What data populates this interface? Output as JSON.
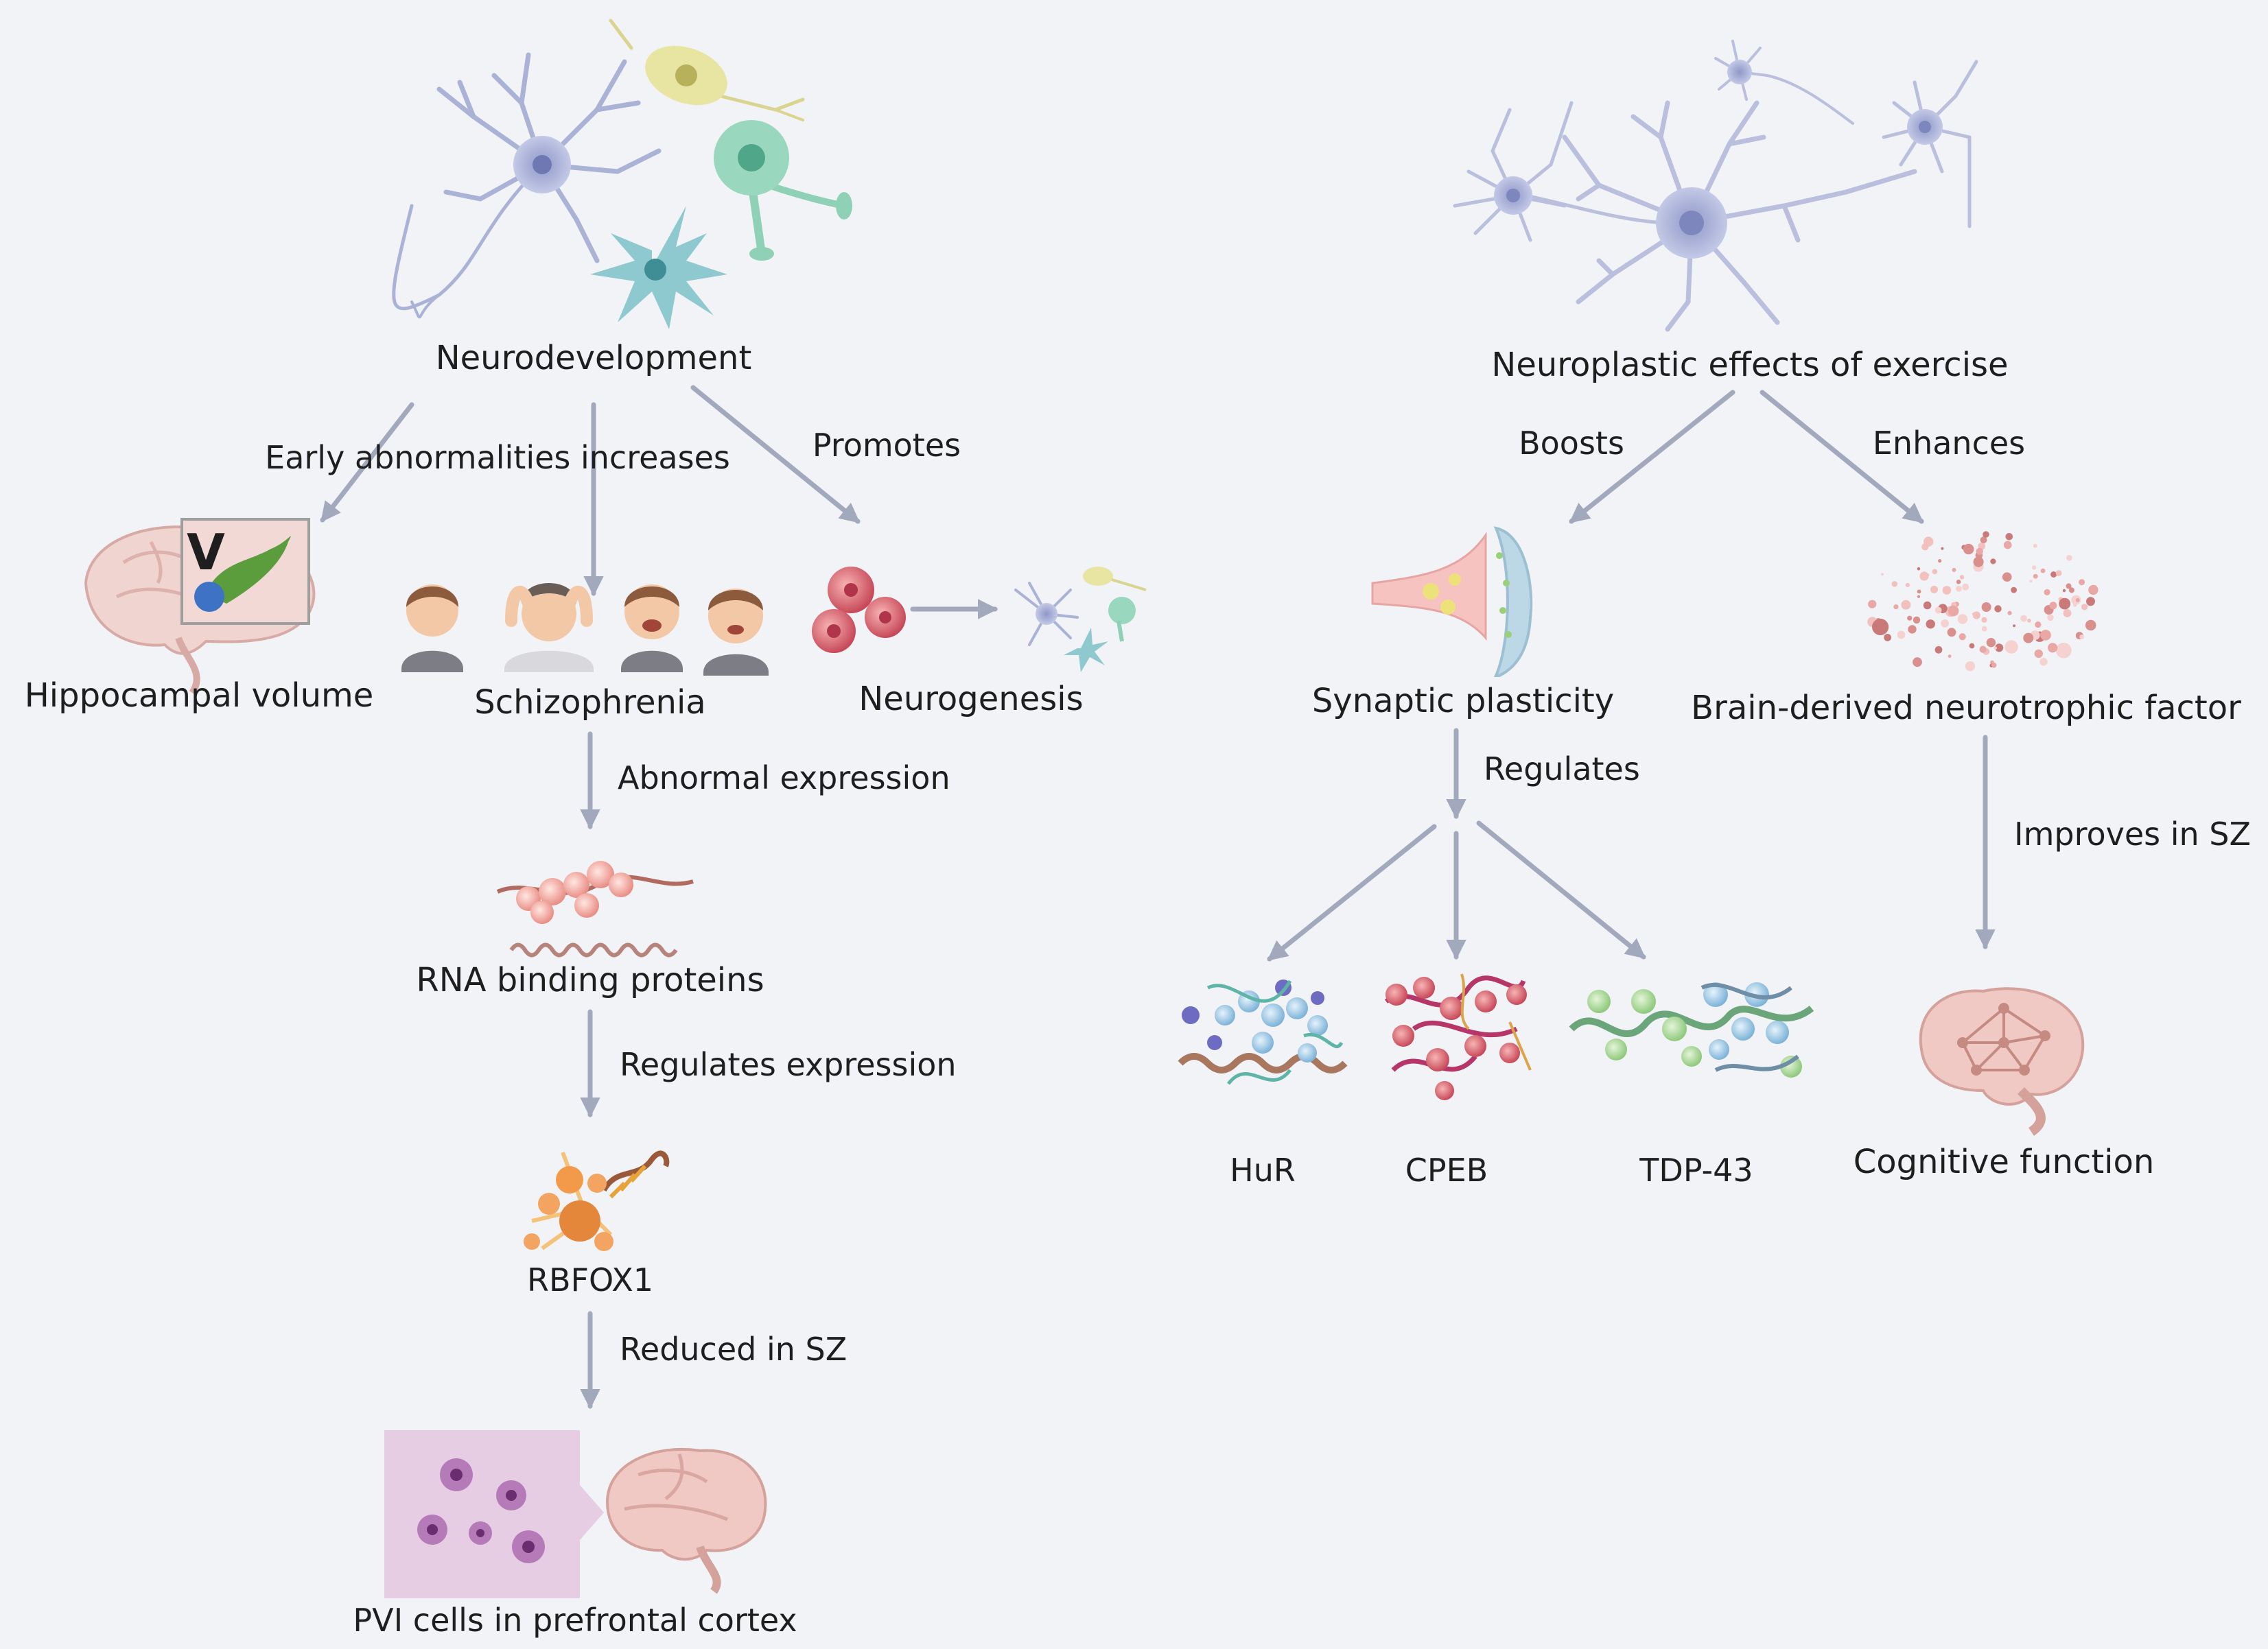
{
  "labels": {
    "neurodevelopment": "Neurodevelopment",
    "early_abnormalities": "Early abnormalities increases",
    "promotes": "Promotes",
    "hippocampal_volume": "Hippocampal volume",
    "schizophrenia": "Schizophrenia",
    "neurogenesis": "Neurogenesis",
    "abnormal_expression": "Abnormal expression",
    "rna_binding_proteins": "RNA binding proteins",
    "regulates_expression": "Regulates expression",
    "rbfox1": "RBFOX1",
    "reduced_in_sz": "Reduced in SZ",
    "pvi_cells": "PVI cells in prefrontal cortex",
    "neuroplastic": "Neuroplastic effects of exercise",
    "boosts": "Boosts",
    "enhances": "Enhances",
    "synaptic_plasticity": "Synaptic plasticity",
    "bdnf": "Brain-derived neurotrophic factor",
    "regulates": "Regulates",
    "improves_in_sz": "Improves in SZ",
    "hur": "HuR",
    "cpeb": "CPEB",
    "tdp43": "TDP-43",
    "cognitive_function": "Cognitive function",
    "hippocampus_marker": "V"
  },
  "colors": {
    "background": "#f1f3f7",
    "arrow": "#a2a9bd",
    "text": "#1e1e1e",
    "neuron_blue": "#a9b1d4",
    "neuron_teal": "#8ec9cf",
    "neuron_green": "#8fd1b7",
    "neuron_yellow": "#e6e3a2",
    "pvi_panel": "#e6cde4",
    "brain_pink": "#f0c9c4",
    "hippocampus_green": "#5b9c3c"
  }
}
